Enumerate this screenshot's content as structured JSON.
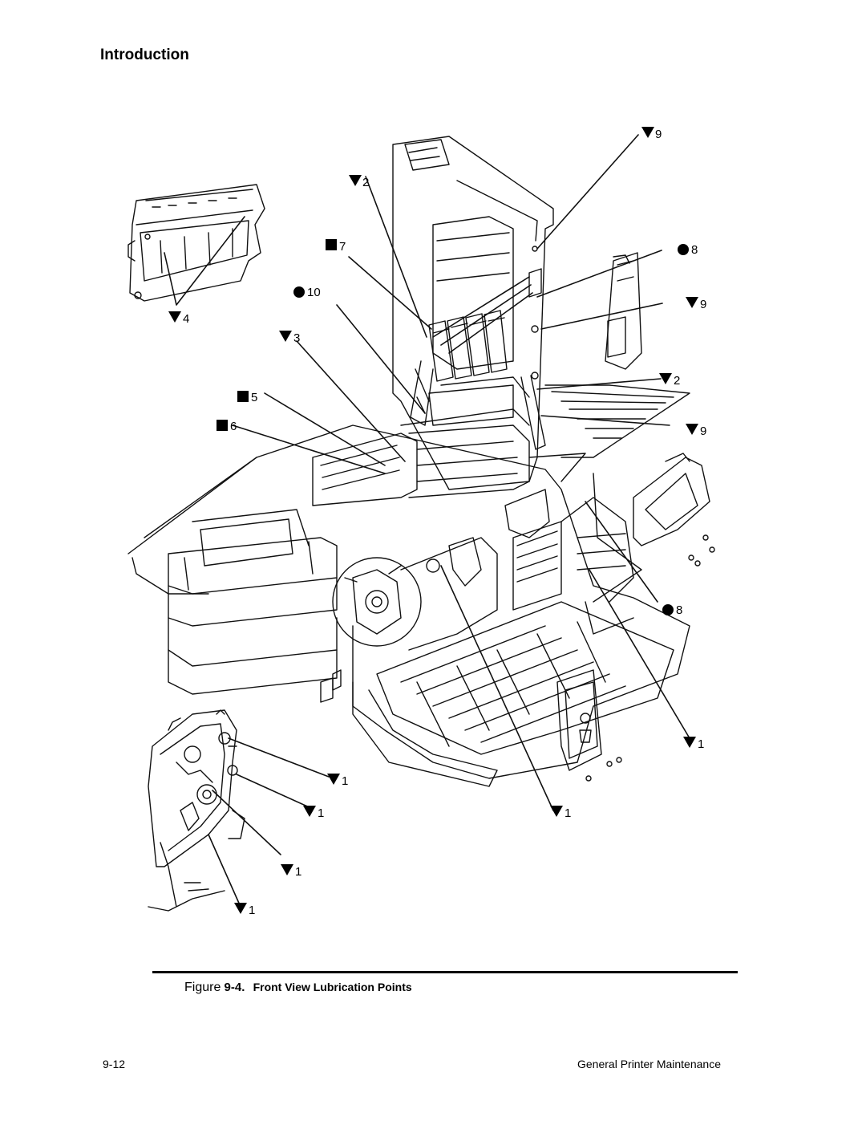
{
  "header": {
    "section_title": "Introduction"
  },
  "figure": {
    "caption_label": "Figure",
    "caption_number": "9-4.",
    "caption_title": "Front View Lubrication Points",
    "callouts": [
      {
        "id": "c-9-top",
        "symbol": "triangle",
        "number": "9"
      },
      {
        "id": "c-2-top",
        "symbol": "triangle",
        "number": "2"
      },
      {
        "id": "c-7",
        "symbol": "square",
        "number": "7"
      },
      {
        "id": "c-8-top",
        "symbol": "circle",
        "number": "8"
      },
      {
        "id": "c-10",
        "symbol": "circle",
        "number": "10"
      },
      {
        "id": "c-9-mid",
        "symbol": "triangle",
        "number": "9"
      },
      {
        "id": "c-4",
        "symbol": "triangle",
        "number": "4"
      },
      {
        "id": "c-3",
        "symbol": "triangle",
        "number": "3"
      },
      {
        "id": "c-2-mid",
        "symbol": "triangle",
        "number": "2"
      },
      {
        "id": "c-5",
        "symbol": "square",
        "number": "5"
      },
      {
        "id": "c-6",
        "symbol": "square",
        "number": "6"
      },
      {
        "id": "c-9-low",
        "symbol": "triangle",
        "number": "9"
      },
      {
        "id": "c-8-low",
        "symbol": "circle",
        "number": "8"
      },
      {
        "id": "c-1-right",
        "symbol": "triangle",
        "number": "1"
      },
      {
        "id": "c-1-a",
        "symbol": "triangle",
        "number": "1"
      },
      {
        "id": "c-1-b",
        "symbol": "triangle",
        "number": "1"
      },
      {
        "id": "c-1-c",
        "symbol": "triangle",
        "number": "1"
      },
      {
        "id": "c-1-d",
        "symbol": "triangle",
        "number": "1"
      },
      {
        "id": "c-1-e",
        "symbol": "triangle",
        "number": "1"
      }
    ]
  },
  "footer": {
    "page_number": "9-12",
    "chapter_title": "General Printer Maintenance"
  }
}
